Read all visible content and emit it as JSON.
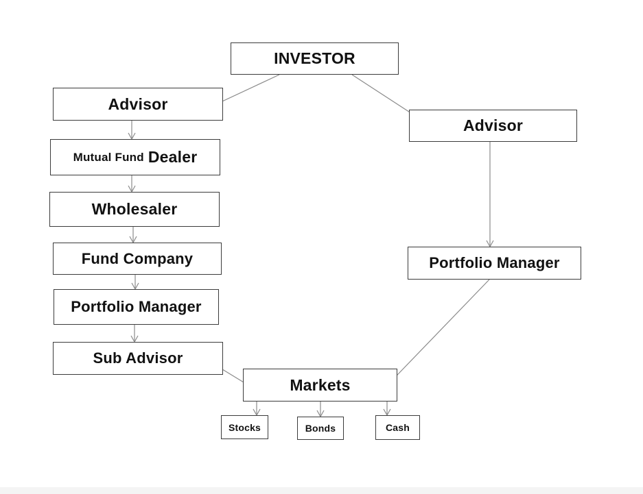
{
  "nodes": {
    "investor": "INVESTOR",
    "advisor_left": "Advisor",
    "mutual_fund_small": "Mutual Fund",
    "mutual_fund_big": "Dealer",
    "wholesaler": "Wholesaler",
    "fund_company": "Fund Company",
    "portfolio_manager_left": "Portfolio Manager",
    "sub_advisor": "Sub Advisor",
    "advisor_right": "Advisor",
    "portfolio_manager_right": "Portfolio Manager",
    "markets": "Markets",
    "stocks": "Stocks",
    "bonds": "Bonds",
    "cash": "Cash"
  }
}
